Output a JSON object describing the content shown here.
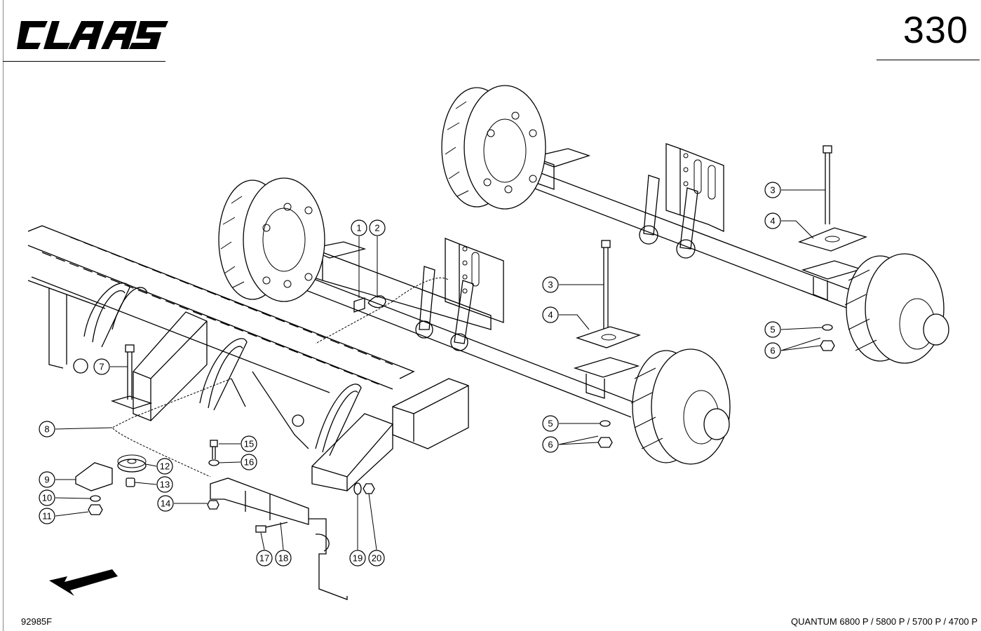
{
  "header": {
    "brand": "CLAAS",
    "page_number": "330"
  },
  "footer": {
    "drawing_id": "92985F",
    "model_line": "QUANTUM 6800 P / 5800 P / 5700 P / 4700 P"
  },
  "callouts": [
    "1",
    "2",
    "3",
    "4",
    "5",
    "6",
    "7",
    "8",
    "9",
    "10",
    "11",
    "12",
    "13",
    "14",
    "15",
    "16",
    "17",
    "18",
    "19",
    "20"
  ],
  "callouts_second": [
    "3",
    "4",
    "5",
    "6"
  ],
  "icons": {
    "direction": "arrow-down-left-icon"
  }
}
